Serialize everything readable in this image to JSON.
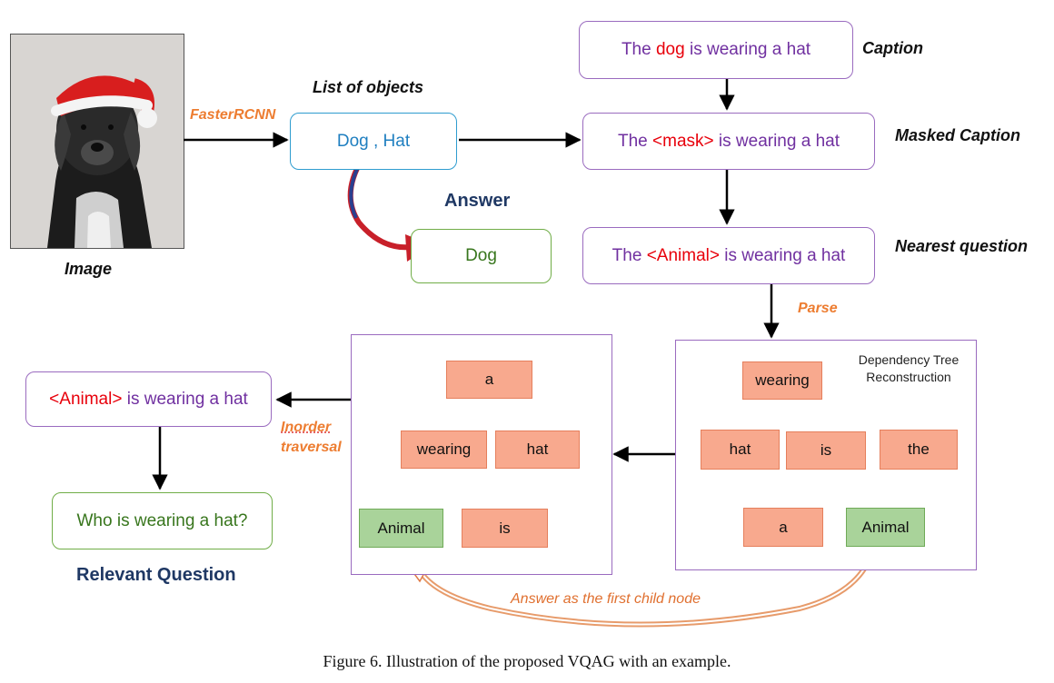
{
  "labels": {
    "image": "Image",
    "fasterrcnn": "FasterRCNN",
    "list_of_objects": "List of objects",
    "answer_heading": "Answer",
    "caption": "Caption",
    "masked_caption": "Masked Caption",
    "nearest_question": "Nearest question",
    "parse": "Parse",
    "dependency_tree_line1": "Dependency Tree",
    "dependency_tree_line2": "Reconstruction",
    "inorder_line1": "Inorder",
    "inorder_line2": "traversal",
    "answer_first_child": "Answer as the first child node",
    "relevant_question": "Relevant Question"
  },
  "boxes": {
    "objects": "Dog , Hat",
    "answer": "Dog",
    "caption": {
      "pre": "The ",
      "highlight": "dog",
      "post": " is wearing a hat"
    },
    "masked": {
      "pre": "The ",
      "highlight": "<mask>",
      "post": " is wearing a hat"
    },
    "nearest": {
      "pre": "The ",
      "highlight": "<Animal>",
      "post": " is wearing a hat"
    },
    "relevant_template": {
      "highlight": "<Animal>",
      "post": " is wearing a hat"
    },
    "final_question": "Who is wearing a hat?"
  },
  "tree_reconstructed": {
    "root": "a",
    "left": "wearing",
    "right": "hat",
    "left_left": "Animal",
    "left_right": "is"
  },
  "tree_dependency": {
    "root": "wearing",
    "c1": "hat",
    "c2": "is",
    "c3": "the",
    "d1": "a",
    "d2": "Animal"
  },
  "figure_caption": "Figure 6. Illustration of the proposed VQAG with an example.",
  "colors": {
    "purple": "#7030A0",
    "red": "#E8000B",
    "orange": "#ED7D31",
    "node": "#F8A98E",
    "answer_node": "#A9D39A",
    "heading": "#1F3864"
  }
}
